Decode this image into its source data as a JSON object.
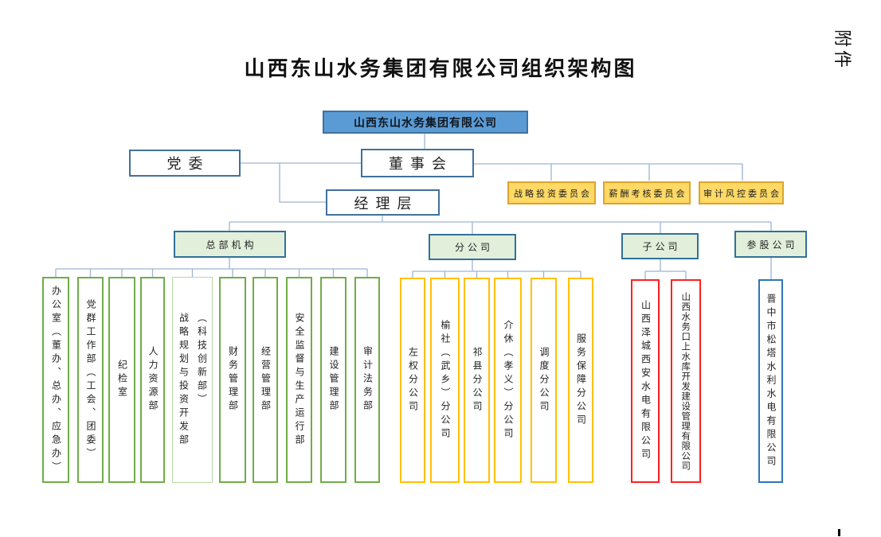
{
  "page": {
    "title": "山西东山水务集团有限公司组织架构图",
    "attachment_label": "附件"
  },
  "colors": {
    "root_fill": "#5B9BD5",
    "root_border": "#41719C",
    "governance_border": "#41719C",
    "committee_fill": "#FFD966",
    "committee_border": "#DFA32E",
    "category_fill": "#E2EFDA",
    "category_border": "#31719B",
    "department_border": "#6FAD47",
    "department_light_border": "#B9D8A7",
    "branch_border": "#FFC000",
    "subsidiary_border": "#FF2020",
    "shareholding_border": "#2E75B6",
    "connector": "#9DB4D4"
  },
  "org": {
    "root": "山西东山水务集团有限公司",
    "governance": {
      "party": "党委",
      "board": "董事会",
      "management": "经理层"
    },
    "committees": [
      "战略投资委员会",
      "薪酬考核委员会",
      "审计风控委员会"
    ],
    "categories": [
      "总部机构",
      "分公司",
      "子公司",
      "参股公司"
    ],
    "departments": [
      "办公室（董办、总办、应急办）",
      "党群工作部（工会、团委）",
      "纪检室",
      "人力资源部",
      "战略规划与投资开发部\n（科技创新部）",
      "财务管理部",
      "经营管理部",
      "安全监督与生产运行部",
      "建设管理部",
      "审计法务部"
    ],
    "branches": [
      "左权分公司",
      "榆社（武乡）分公司",
      "祁县分公司",
      "介休（孝义）分公司",
      "调度分公司",
      "服务保障分公司"
    ],
    "subsidiaries": [
      "山西泽城西安水电有限公司",
      "山西水务口上水库开发建设管理有限公司"
    ],
    "shareholding_companies": [
      "晋中市松塔水利水电有限公司"
    ]
  }
}
